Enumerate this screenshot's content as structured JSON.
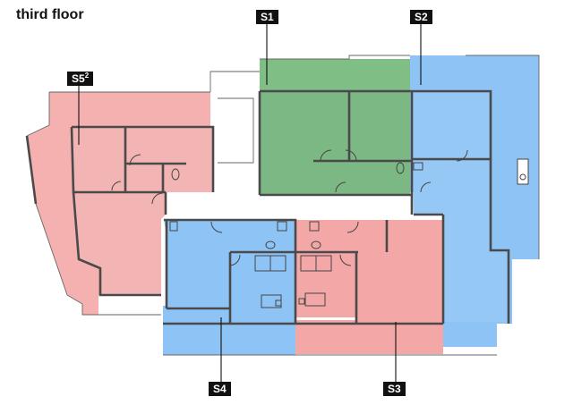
{
  "title": "third floor",
  "units": [
    {
      "id": "s1",
      "label": "S1",
      "sup": "",
      "color": "#6fb57a"
    },
    {
      "id": "s2",
      "label": "S2",
      "sup": "",
      "color": "#8ec3f5"
    },
    {
      "id": "s3",
      "label": "S3",
      "sup": "",
      "color": "#f4a7a7"
    },
    {
      "id": "s4",
      "label": "S4",
      "sup": "",
      "color": "#8ec3f5"
    },
    {
      "id": "s5",
      "label": "S5",
      "sup": "2",
      "color": "#f4a7a7"
    }
  ],
  "colors": {
    "wall": "#444444",
    "outline": "#666666",
    "background": "#ffffff"
  },
  "icons": [
    "door-swing-icon",
    "toilet-icon",
    "sink-icon",
    "bed-icon",
    "desk-icon",
    "bathtub-icon"
  ]
}
